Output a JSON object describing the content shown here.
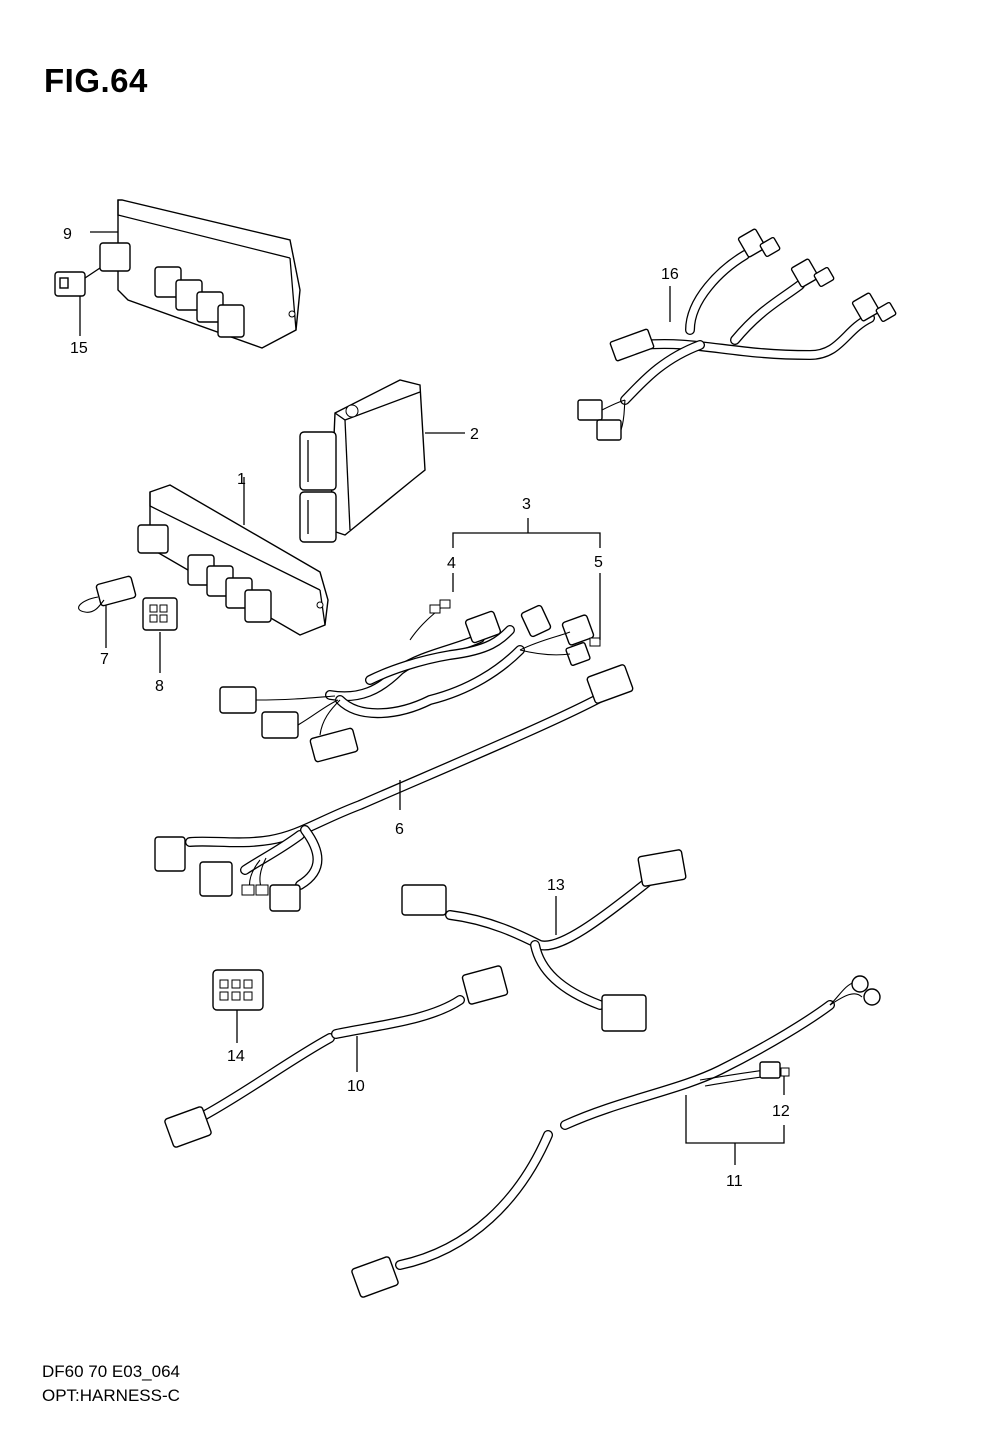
{
  "figure": {
    "title": "FIG.64"
  },
  "footer": {
    "code": "DF60 70 E03_064",
    "name": "OPT:HARNESS-C"
  },
  "callouts": {
    "p1": "1",
    "p2": "2",
    "p3": "3",
    "p4": "4",
    "p5": "5",
    "p6": "6",
    "p7": "7",
    "p8": "8",
    "p9": "9",
    "p10": "10",
    "p11": "11",
    "p12": "12",
    "p13": "13",
    "p14": "14",
    "p15": "15",
    "p16": "16"
  }
}
